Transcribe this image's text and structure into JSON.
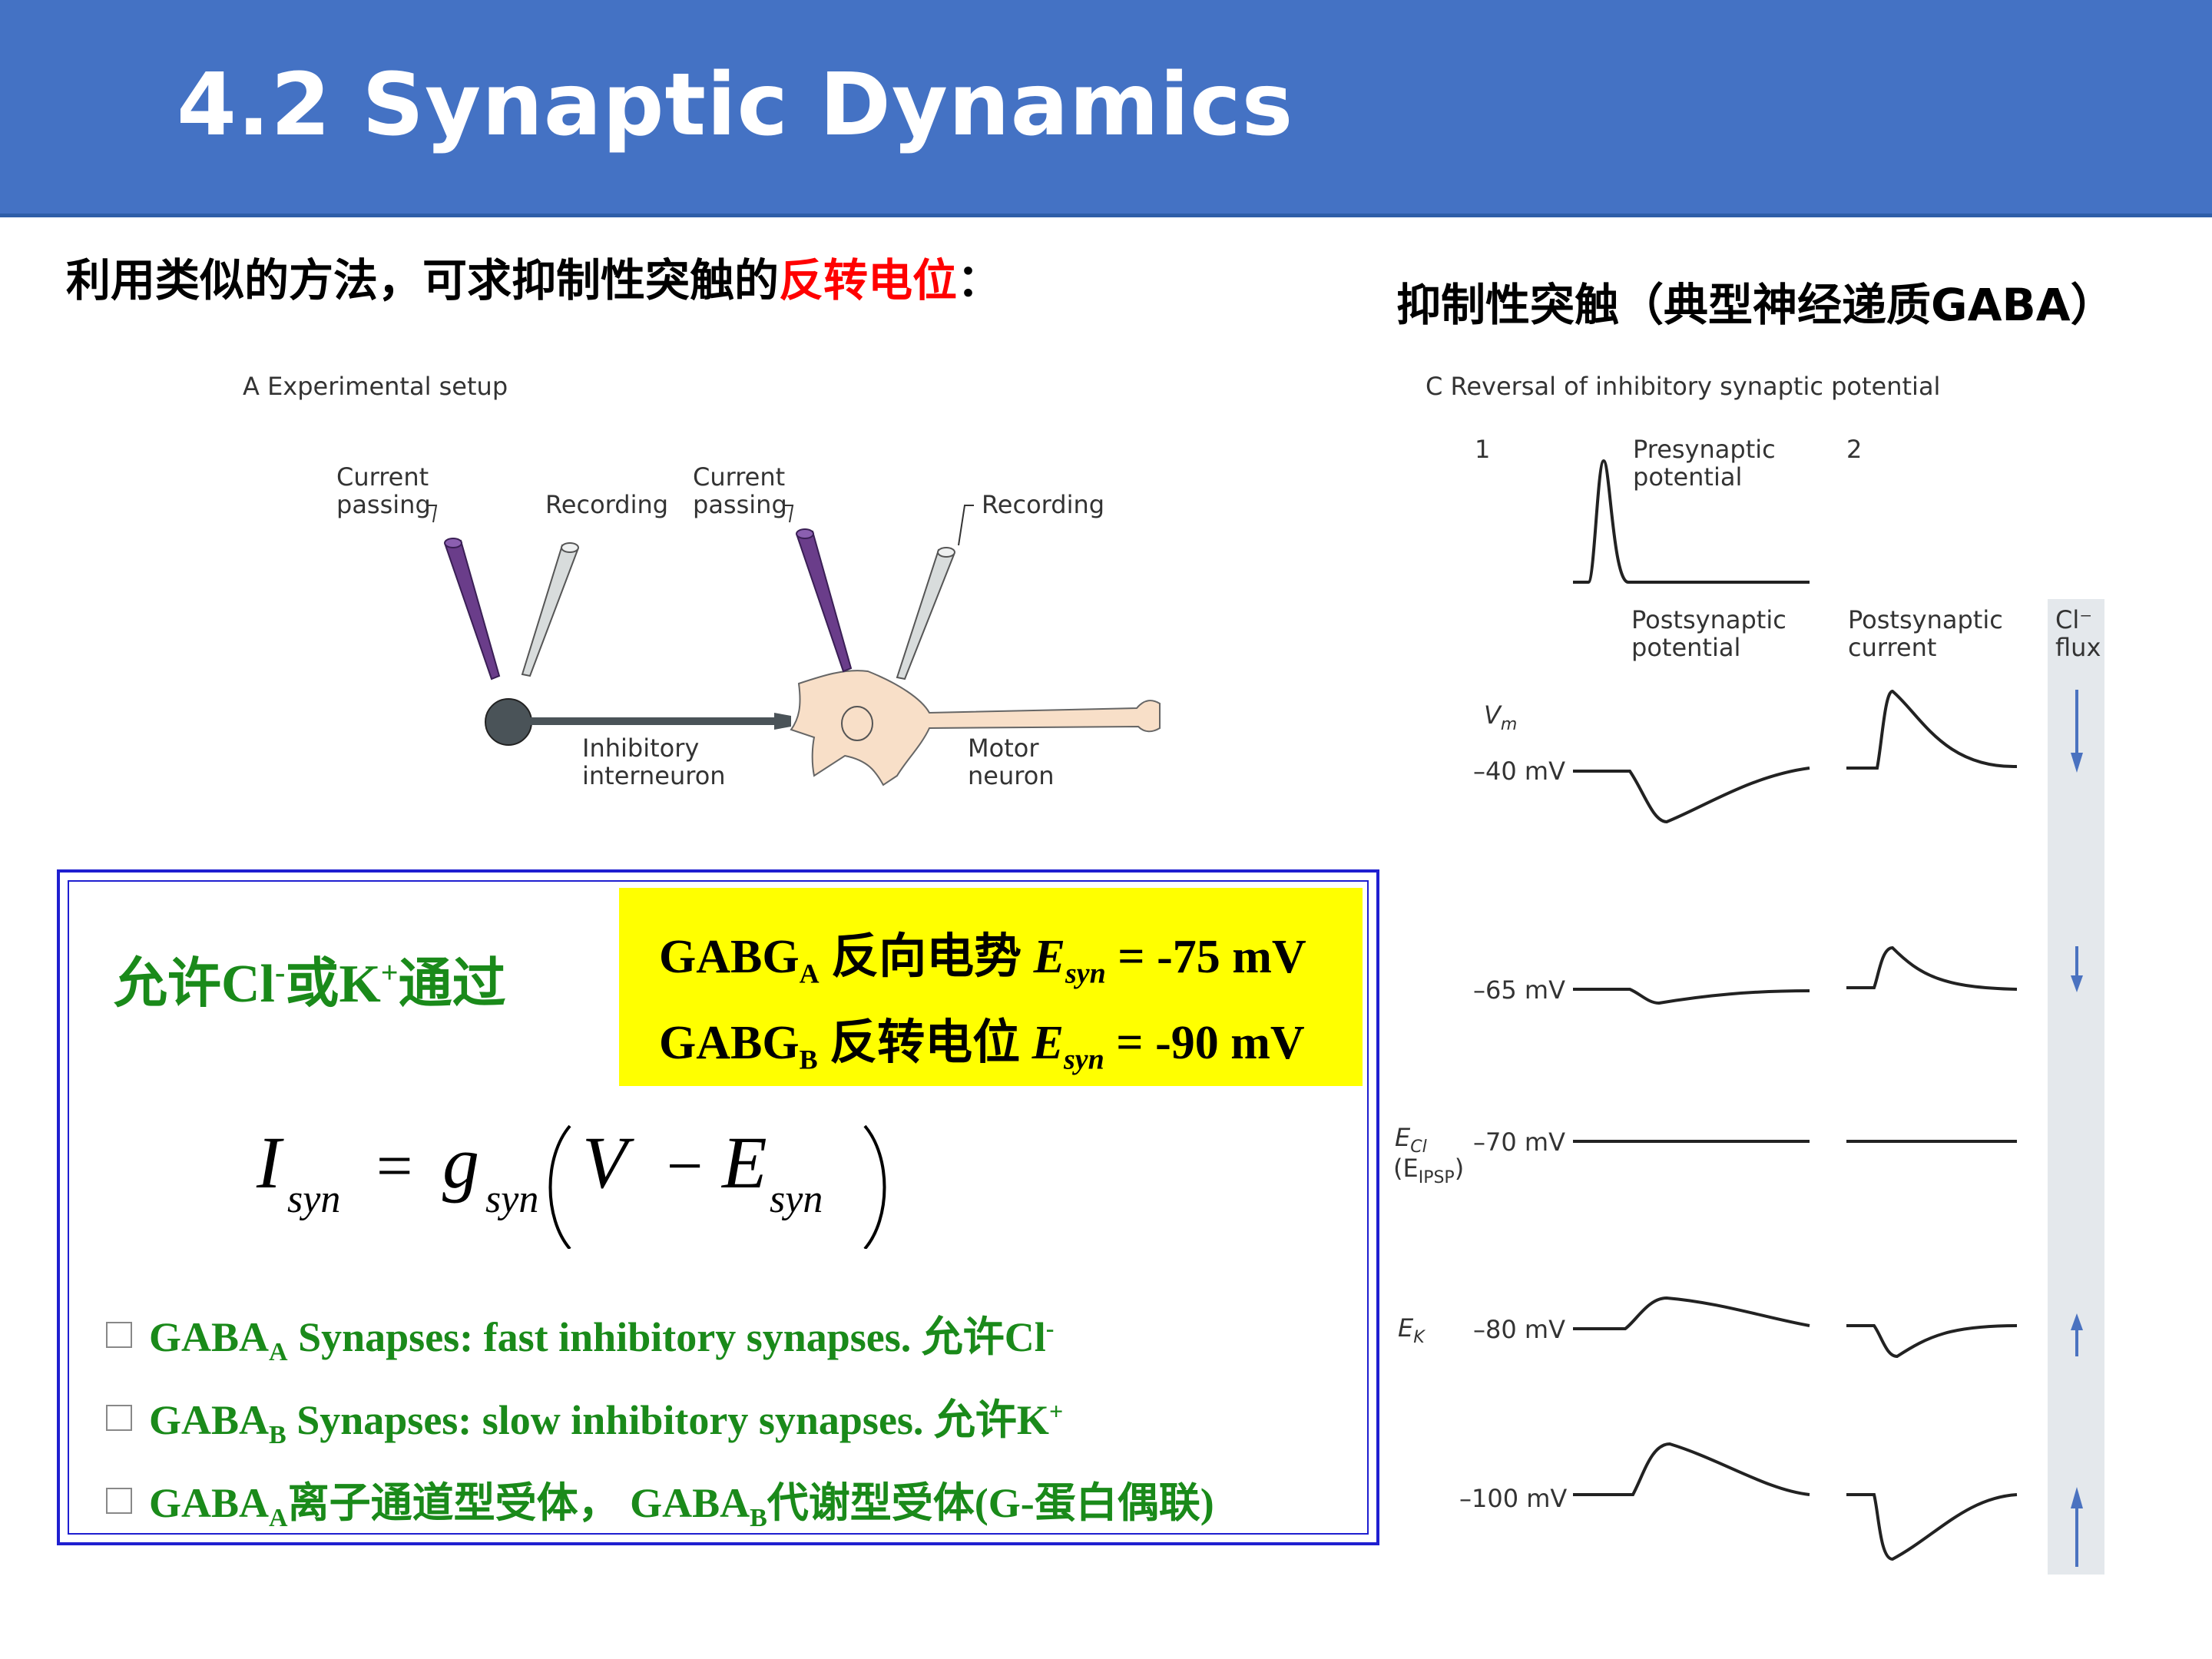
{
  "header": {
    "title": "4.2 Synaptic Dynamics"
  },
  "subtitle_left": {
    "prefix": "利用类似的方法，可求抑制性突触的",
    "highlight": "反转电位",
    "suffix": "："
  },
  "subtitle_right": "抑制性突触（典型神经递质GABA）",
  "panel_a": {
    "label": "A  Experimental setup",
    "current_passing": [
      "Current",
      "passing"
    ],
    "recording": "Recording",
    "inhibitory": [
      "Inhibitory",
      "interneuron"
    ],
    "motor": [
      "Motor",
      "neuron"
    ]
  },
  "panel_c": {
    "label": "C  Reversal of inhibitory synaptic potential",
    "col1_num": "1",
    "col2_num": "2",
    "presynaptic": [
      "Presynaptic",
      "potential"
    ],
    "postsyn_potential": [
      "Postsynaptic",
      "potential"
    ],
    "postsyn_current": [
      "Postsynaptic",
      "current"
    ],
    "cl_flux": [
      "Cl⁻",
      "flux"
    ],
    "vm": "V",
    "vm_sub": "m",
    "levels": [
      "–40 mV",
      "–65 mV",
      "–70 mV",
      "–80 mV",
      "–100 mV"
    ],
    "ecl": "E",
    "ecl_sub": "Cl",
    "eipsp": "(E",
    "eipsp_sub": "IPSP",
    "eipsp_end": ")",
    "ek": "E",
    "ek_sub": "K"
  },
  "box": {
    "allow_text": "允许Cl",
    "allow_sup1": "-",
    "allow_mid": "或K",
    "allow_sup2": "+",
    "allow_end": "通过",
    "gaba_a_line": {
      "pre": "GABG",
      "sub": "A",
      "cn": " 反向电势 ",
      "e": "E",
      "esub": "syn",
      "val": " = -75 mV"
    },
    "gaba_b_line": {
      "pre": "GABG",
      "sub": "B",
      "cn": " 反转电位 ",
      "e": "E",
      "esub": "syn",
      "val": " = -90 mV"
    },
    "equation": {
      "I": "I",
      "syn": "syn",
      "eq": "=",
      "g": "g",
      "V": "V",
      "minus": "−",
      "E": "E"
    },
    "bullets": [
      {
        "pre": "GABA",
        "sub": "A",
        "text": " Synapses: fast inhibitory synapses.  允许Cl",
        "sup": "-"
      },
      {
        "pre": "GABA",
        "sub": "B",
        "text": " Synapses: slow inhibitory synapses.  允许K",
        "sup": "+"
      },
      {
        "pre": "GABA",
        "sub": "A",
        "text": "离子通道型受体，  GABA",
        "sub2": "B",
        "text2": "代谢型受体(G-蛋白偶联)"
      }
    ]
  },
  "colors": {
    "header": "#4472c4",
    "red": "#ff0000",
    "green": "#1a8a1a",
    "yellow": "#ffff00",
    "box_border": "#1f1fd0"
  }
}
